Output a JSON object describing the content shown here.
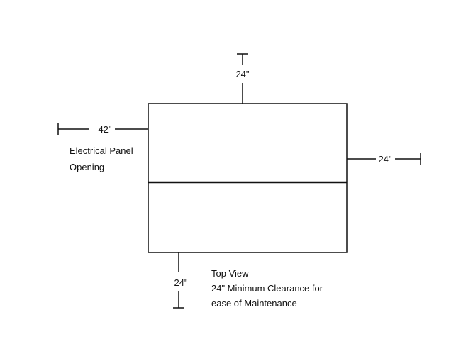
{
  "dimensions": {
    "top": "24\"",
    "left": "42\"",
    "right": "24\"",
    "bottom": "24\""
  },
  "labels": {
    "electrical_panel_line1": "Electrical Panel",
    "electrical_panel_line2": "Opening",
    "view_line1": "Top View",
    "view_line2": "24\" Minimum Clearance for",
    "view_line3": "ease of Maintenance"
  },
  "colors": {
    "stroke": "#111111",
    "background": "#ffffff"
  }
}
